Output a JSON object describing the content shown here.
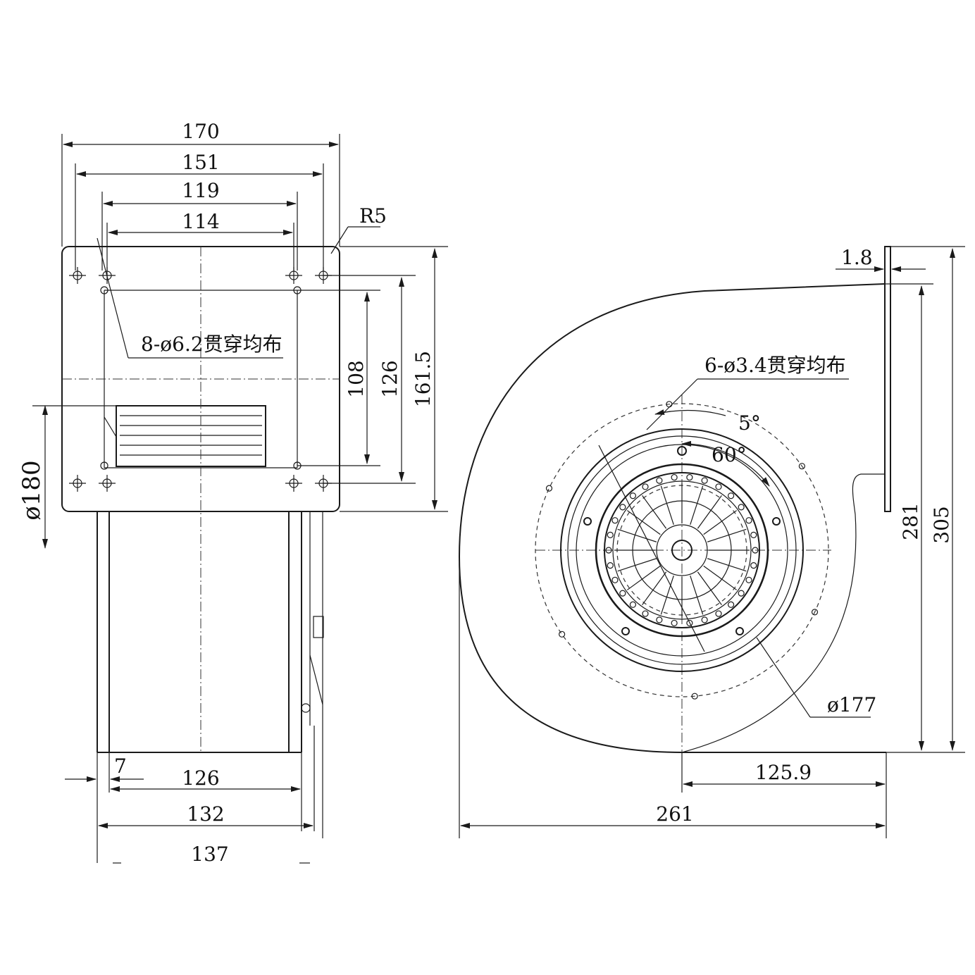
{
  "drawing": {
    "title": "",
    "front_view": {
      "dims_top": [
        "170",
        "151",
        "119",
        "114"
      ],
      "radius_label": "R5",
      "hole_note": "8-ø6.2贯穿均布",
      "dims_right": [
        "108",
        "126",
        "161.5"
      ],
      "dim_left_dia": "ø180",
      "dims_bottom": [
        "7",
        "126",
        "132",
        "137"
      ]
    },
    "side_view": {
      "hole_note": "6-ø3.4贯穿均布",
      "angle_small": "5°",
      "angle_large": "60°",
      "dia_label": "ø177",
      "thickness": "1.8",
      "dims_right": [
        "281",
        "305"
      ],
      "dims_bottom": [
        "125.9",
        "261"
      ]
    }
  }
}
